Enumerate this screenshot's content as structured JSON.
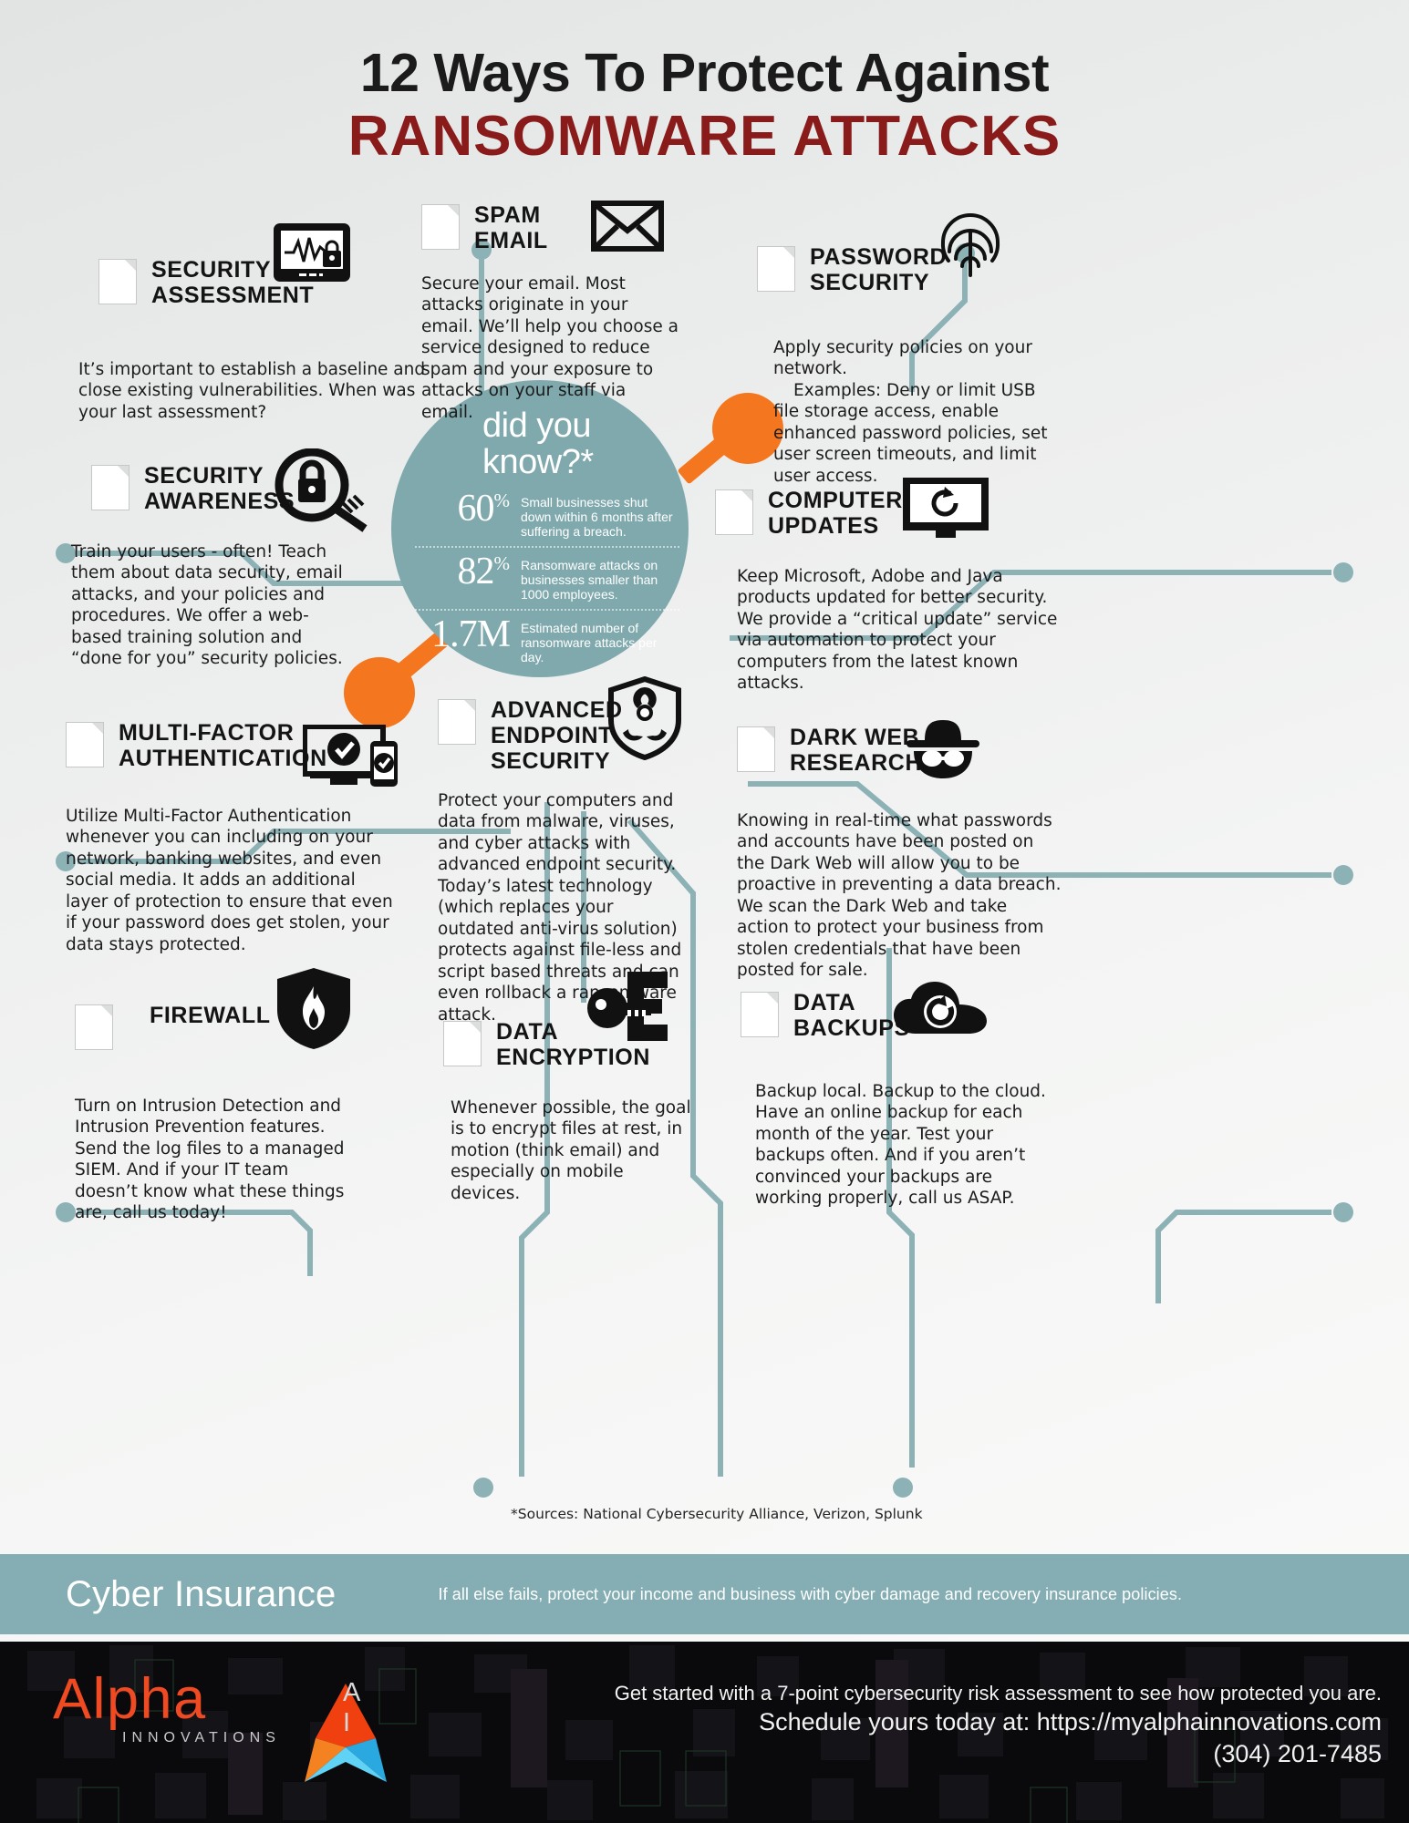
{
  "header": {
    "line1": "12 Ways To Protect Against",
    "line2": "RANSOMWARE ATTACKS",
    "accent_color": "#8a1b1b"
  },
  "center": {
    "heading": "did you know?*",
    "bg_color": "#7fa9ad",
    "stats": [
      {
        "value": "60",
        "unit": "%",
        "text": "Small businesses shut down within 6 months after suffering a breach."
      },
      {
        "value": "82",
        "unit": "%",
        "text": "Ransomware attacks on businesses smaller than 1000 employees."
      },
      {
        "value": "1.7M",
        "unit": "",
        "text": "Estimated number of ransomware attacks per day."
      }
    ]
  },
  "sections": [
    {
      "id": "security-assessment",
      "title": "SECURITY\nASSESSMENT",
      "title_line1": "SECURITY",
      "title_line2": "ASSESSMENT",
      "icon": "monitor-heartbeat-lock-icon",
      "body": "It’s important to establish a baseline and close existing vulnerabilities. When was your last assessment?"
    },
    {
      "id": "spam-email",
      "title_line1": "SPAM",
      "title_line2": "EMAIL",
      "icon": "envelope-icon",
      "body": "Secure your email. Most attacks originate in your email. We’ll help you choose a service designed to reduce spam and your exposure to attacks on your staff via email."
    },
    {
      "id": "password-security",
      "title_line1": "PASSWORD",
      "title_line2": "SECURITY",
      "icon": "fingerprint-icon",
      "body": "Apply security policies on your network.",
      "body2": "Examples: Deny or limit USB file storage access, enable enhanced password policies, set user screen timeouts, and limit user access."
    },
    {
      "id": "security-awareness",
      "title_line1": "SECURITY",
      "title_line2": "AWARENESS",
      "icon": "magnifier-lock-icon",
      "body": "Train your users - often! Teach them about data security, email attacks, and your policies and procedures. We offer a web-based training solution and “done for you” security policies."
    },
    {
      "id": "computer-updates",
      "title_line1": "COMPUTER",
      "title_line2": "UPDATES",
      "icon": "monitor-refresh-icon",
      "body": "Keep Microsoft, Adobe and Java products updated for better security. We provide a “critical update” service via automation to protect your computers from the latest known attacks."
    },
    {
      "id": "multi-factor-authentication",
      "title_line1": "MULTI-FACTOR",
      "title_line2": "AUTHENTICATION",
      "icon": "monitor-phone-check-icon",
      "body": "Utilize Multi-Factor Authentication whenever you can including on your network, banking websites, and even social media. It adds an additional layer of protection to ensure that even if your password does get stolen, your data stays protected."
    },
    {
      "id": "advanced-endpoint-security",
      "title_line1": "ADVANCED",
      "title_line2": "ENDPOINT",
      "title_line3": "SECURITY",
      "icon": "shield-biohazard-icon",
      "body": "Protect your computers and data from malware, viruses, and cyber attacks with advanced endpoint security. Today’s latest technology (which replaces your outdated anti-virus solution) protects against file-less and script based threats and can even rollback a ransomware attack."
    },
    {
      "id": "dark-web-research",
      "title_line1": "DARK WEB",
      "title_line2": "RESEARCH",
      "icon": "spy-hat-glasses-icon",
      "body": "Knowing in real-time what passwords and accounts have been posted on the Dark Web will allow you to be proactive in preventing a data breach. We scan the Dark Web and take action to protect your business from stolen credentials that have been posted for sale."
    },
    {
      "id": "firewall",
      "title_line1": "FIREWALL",
      "icon": "shield-flame-icon",
      "body": "Turn on Intrusion Detection and Intrusion Prevention features. Send the log files to a managed SIEM. And if your IT team doesn’t know what these things are, call us today!"
    },
    {
      "id": "data-encryption",
      "title_line1": "DATA",
      "title_line2": "ENCRYPTION",
      "icon": "key-lock-icon",
      "body": "Whenever possible, the goal is to encrypt files at rest, in motion (think email) and especially on mobile devices."
    },
    {
      "id": "data-backups",
      "title_line1": "DATA",
      "title_line2": "BACKUPS",
      "icon": "cloud-refresh-icon",
      "body": "Backup local. Backup to the cloud. Have an online backup for each month of the year. Test your backups often. And if you aren’t convinced your backups are working properly, call us ASAP."
    }
  ],
  "sources": "*Sources: National Cybersecurity Alliance, Verizon, Splunk",
  "band": {
    "title": "Cyber Insurance",
    "subtitle": "If all else fails, protect your income and business with cyber damage and recovery insurance policies.",
    "bg_color": "#84aeb3"
  },
  "footer": {
    "logo_word": "Alpha",
    "logo_sub": "INNOVATIONS",
    "logo_ai": "A I",
    "logo_color": "#f04a23",
    "line1": "Get started with a 7-point cybersecurity risk assessment to see how protected you are.",
    "line2": "Schedule yours today at: https://myalphainnovations.com",
    "line3": "(304) 201-7485"
  }
}
